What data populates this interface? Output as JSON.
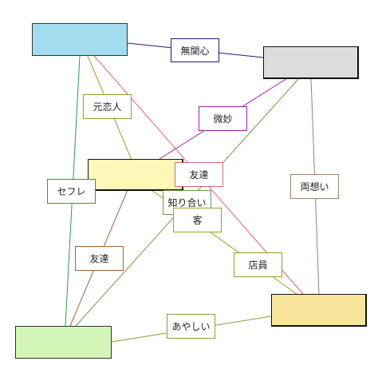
{
  "nodes": {
    "top_left": {
      "label": "",
      "color": "#a3dcef"
    },
    "top_right": {
      "label": "",
      "color": "#dcdcdc"
    },
    "middle": {
      "label": "",
      "color": "#fdf8b8"
    },
    "bottom_left": {
      "label": "",
      "color": "#d3f7b8"
    },
    "bottom_right": {
      "label": "",
      "color": "#f8e59c"
    }
  },
  "edges": {
    "mukanshin": {
      "text": "無関心",
      "color": "#1c1c7a"
    },
    "motokoibito": {
      "text": "元恋人",
      "color": "#9c9c2a"
    },
    "bimyou": {
      "text": "微妙",
      "color": "#a020a0"
    },
    "tomodachi1": {
      "text": "友達",
      "color": "#d06a78"
    },
    "sefure": {
      "text": "セフレ",
      "color": "#2e9a4a"
    },
    "ryouomoi": {
      "text": "両想い",
      "color": "#a08064"
    },
    "shiriai": {
      "text": "知り合い",
      "color": "#6a9a4a"
    },
    "kyaku": {
      "text": "客",
      "color": "#9c9c2a"
    },
    "tomodachi2": {
      "text": "友達",
      "color": "#a0643a"
    },
    "tenin": {
      "text": "店員",
      "color": "#9c9c2a"
    },
    "ayashii": {
      "text": "あやしい",
      "color": "#8c9c3a"
    }
  }
}
